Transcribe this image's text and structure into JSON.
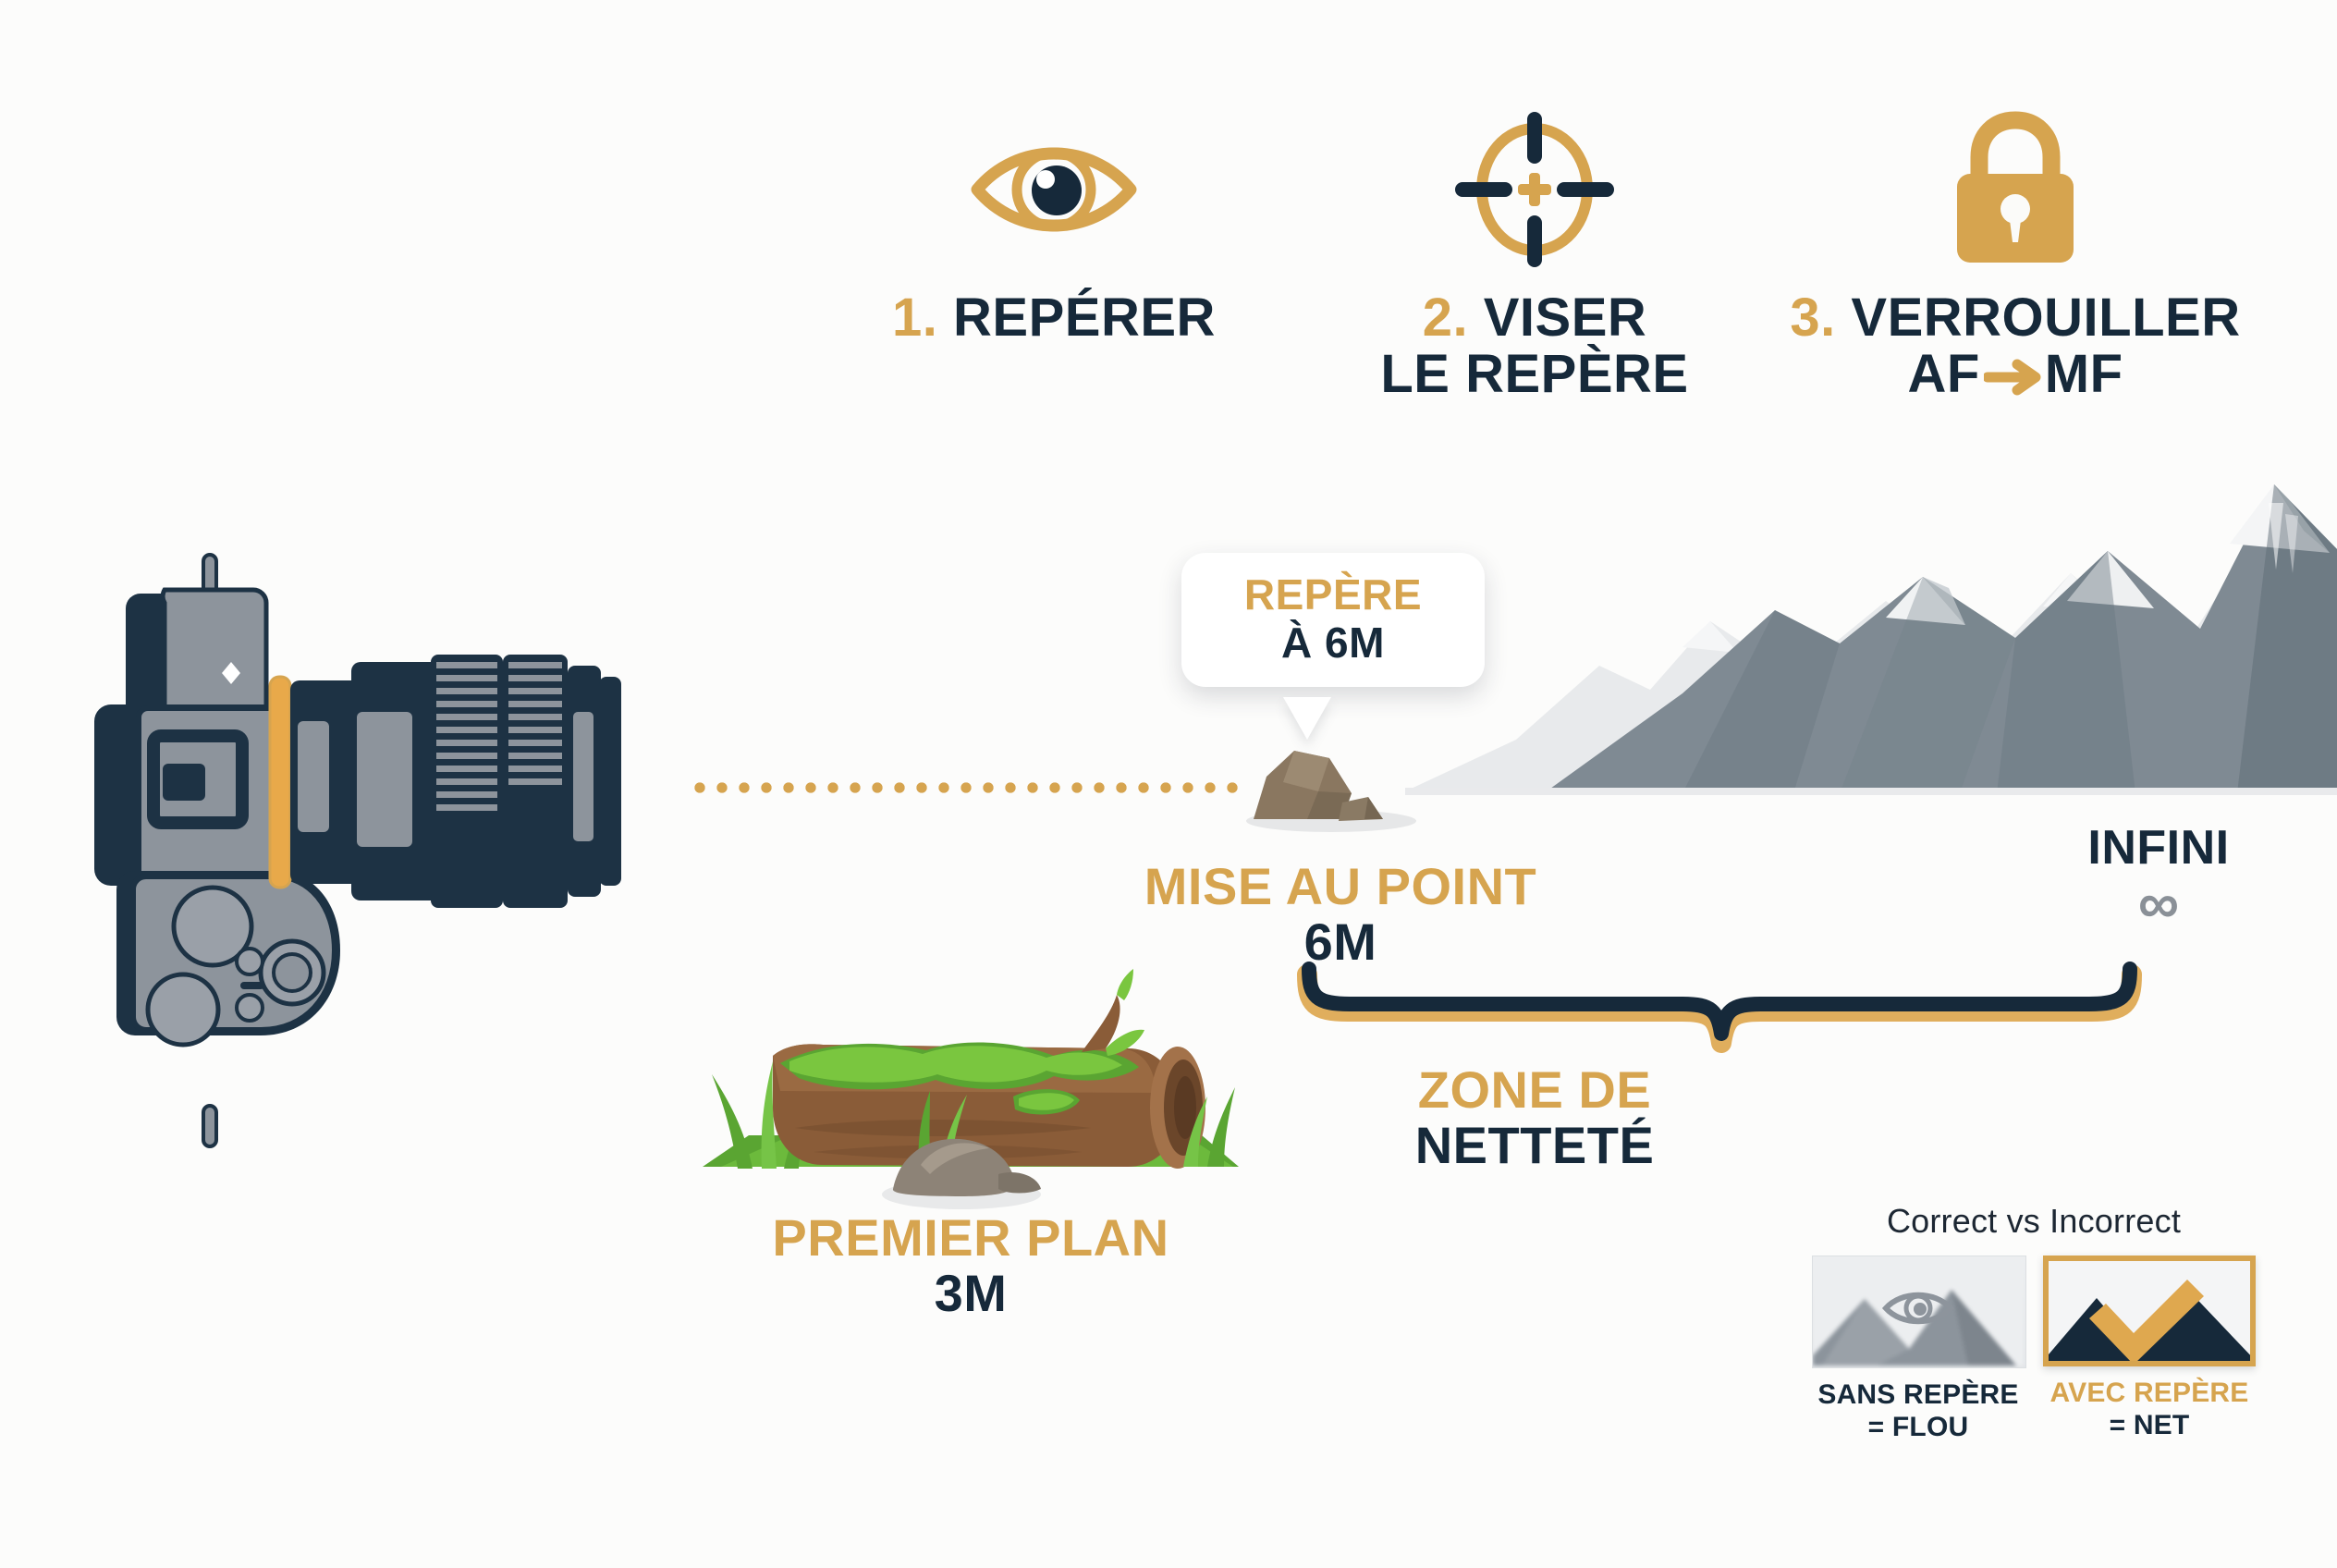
{
  "colors": {
    "gold": "#d6a44f",
    "navy": "#16293a",
    "grey": "#8a9097",
    "background": "#fcfcfb"
  },
  "steps": [
    {
      "num": "1.",
      "icon": "eye-icon",
      "line1": "REPÉRER",
      "line2": ""
    },
    {
      "num": "2.",
      "icon": "crosshair-icon",
      "line1": "VISER",
      "line2": "LE REPÈRE"
    },
    {
      "num": "3.",
      "icon": "lock-icon",
      "line1": "VERROUILLER",
      "line2_pre": "AF",
      "line2_post": "MF",
      "line2_arrow": "→"
    }
  ],
  "scene": {
    "camera_icon": "dslr-camera-icon",
    "sightline_icon": "dotted-sight-line",
    "bubble": {
      "top": "REPÈRE",
      "bottom": "À 6M"
    },
    "rock_icon": "rock-marker-icon",
    "mountain_icon": "mountain-range-icon",
    "log_icon": "mossy-log-icon",
    "brace_icon": "depth-of-field-brace",
    "focus_label": {
      "title": "MISE AU POINT",
      "value": "6M"
    },
    "foreground_label": {
      "title": "PREMIER PLAN",
      "value": "3M"
    },
    "infinity_label": {
      "title": "INFINI",
      "symbol": "∞"
    },
    "zone_label": {
      "title": "ZONE DE",
      "value": "NETTETÉ"
    }
  },
  "compare": {
    "title": "Correct vs Incorrect",
    "items": [
      {
        "thumb_icon": "blurred-mountain-eye-thumb",
        "line1": "SANS REPÈRE",
        "line2": "= FLOU"
      },
      {
        "thumb_icon": "sharp-mountain-check-thumb",
        "line1": "AVEC REPÈRE",
        "line2": "= NET"
      }
    ]
  }
}
